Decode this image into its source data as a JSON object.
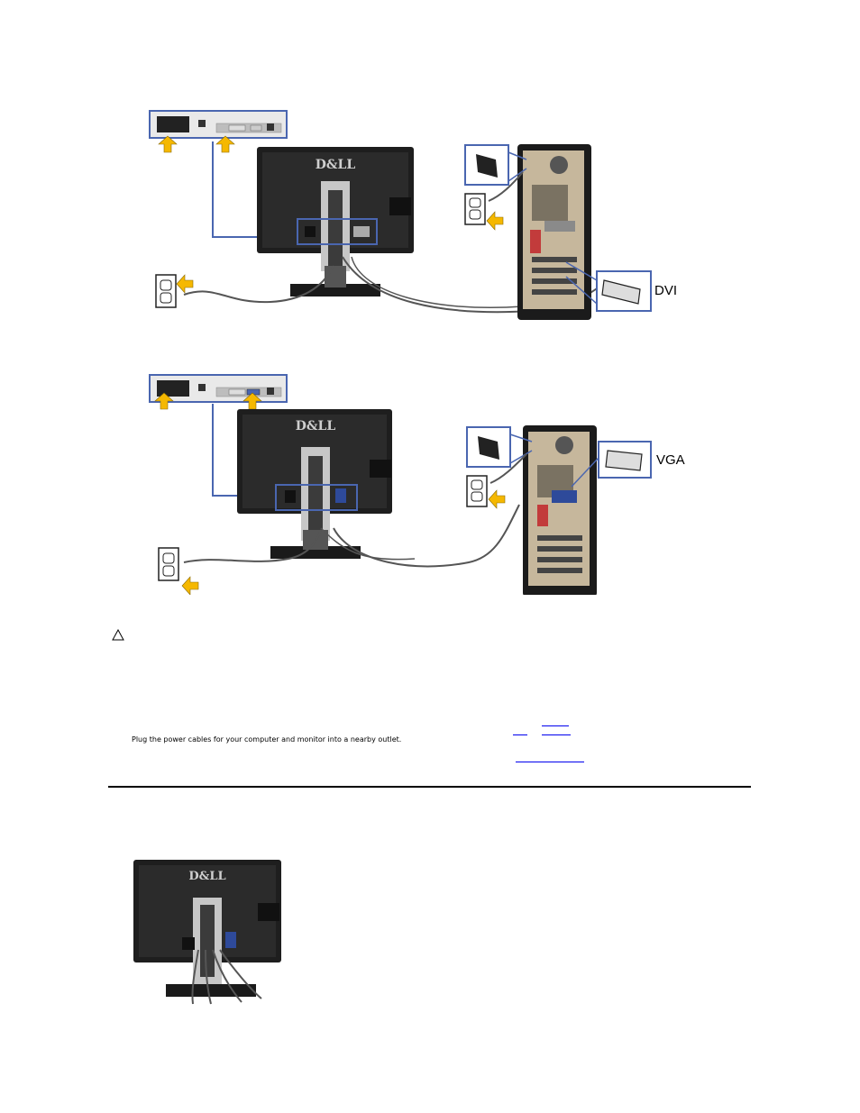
{
  "diagrams": {
    "dvi": {
      "brand_logo": "D&LL",
      "port_label": "DVI"
    },
    "vga": {
      "brand_logo": "D&LL",
      "port_label": "VGA"
    }
  },
  "cable_routing": {
    "brand_logo": "D&LL"
  },
  "caution": {
    "icon": "caution-triangle-icon"
  },
  "instruction": {
    "text": "Plug the power cables for your computer and monitor into a nearby outlet."
  },
  "colors": {
    "callout_border": "#4a66b0",
    "arrow": "#f5b800",
    "link": "#0000ee",
    "divider": "#000000"
  }
}
